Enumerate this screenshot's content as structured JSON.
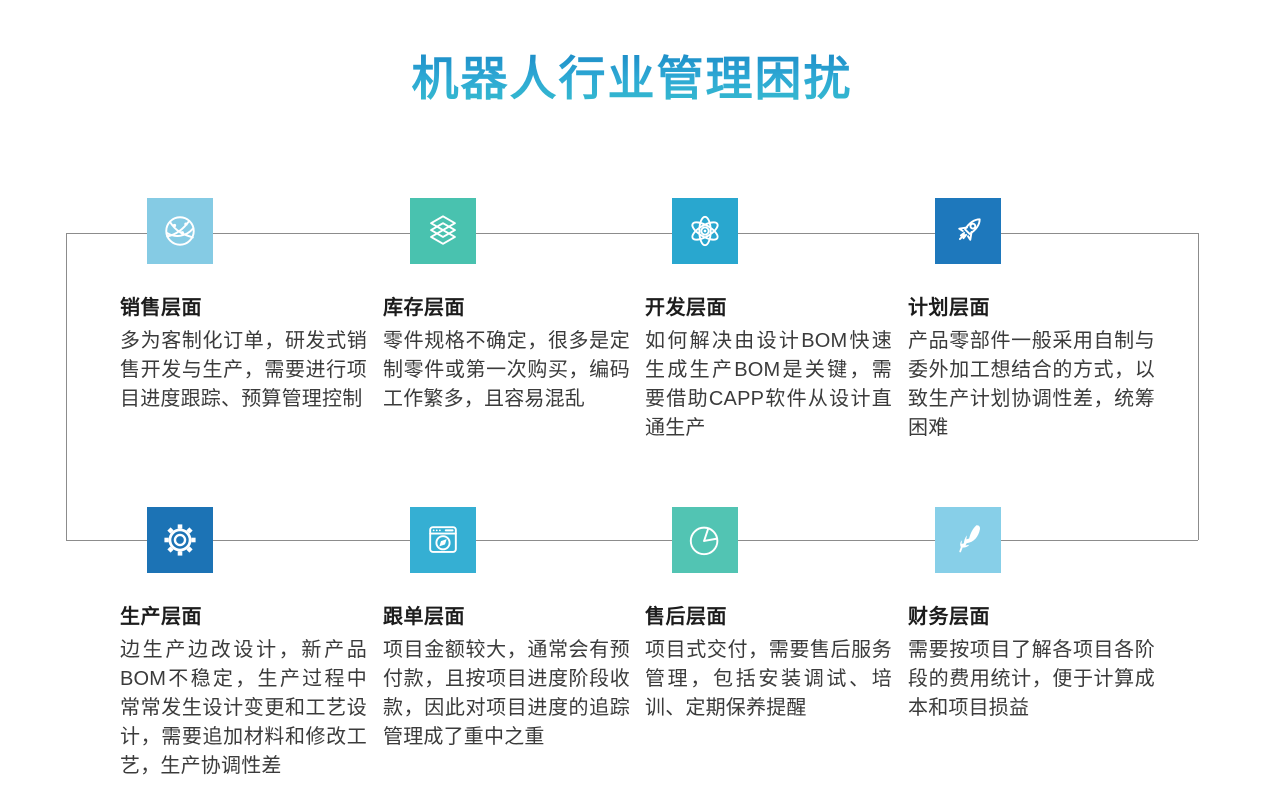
{
  "page": {
    "title": "机器人行业管理困扰"
  },
  "colors": {
    "title_gradient_top": "#1580C2",
    "title_gradient_bottom": "#35BCCD",
    "connector_line": "#8C8C8C",
    "card_title_text": "#1C1C1C",
    "card_body_text": "#3B3B3B"
  },
  "sections": [
    {
      "id": "sales",
      "title": "销售层面",
      "body": "多为客制化订单，研发式销售开发与生产，需要进行项目进度跟踪、预算管理控制",
      "icon": "globe-network-icon",
      "icon_color": "#85CBE4"
    },
    {
      "id": "inventory",
      "title": "库存层面",
      "body": "零件规格不确定，很多是定制零件或第一次购买，编码工作繁多，且容易混乱",
      "icon": "layers-icon",
      "icon_color": "#49C2AF"
    },
    {
      "id": "development",
      "title": "开发层面",
      "body": "如何解决由设计BOM快速生成生产BOM是关键，需要借助CAPP软件从设计直通生产",
      "icon": "atom-icon",
      "icon_color": "#29A7CF"
    },
    {
      "id": "planning",
      "title": "计划层面",
      "body": "产品零部件一般采用自制与委外加工想结合的方式，以致生产计划协调性差，统筹困难",
      "icon": "rocket-icon",
      "icon_color": "#1E78BC"
    },
    {
      "id": "production",
      "title": "生产层面",
      "body": "边生产边改设计，新产品BOM不稳定，生产过程中常常发生设计变更和工艺设计，需要追加材料和修改工艺，生产协调性差",
      "icon": "gear-icon",
      "icon_color": "#1C73B5"
    },
    {
      "id": "order-tracking",
      "title": "跟单层面",
      "body": "项目金额较大，通常会有预付款，且按项目进度阶段收款，因此对项目进度的追踪管理成了重中之重",
      "icon": "browser-compass-icon",
      "icon_color": "#35AFD3"
    },
    {
      "id": "after-sales",
      "title": "售后层面",
      "body": "项目式交付，需要售后服务管理，包括安装调试、培训、定期保养提醒",
      "icon": "pie-chart-icon",
      "icon_color": "#52C4B3"
    },
    {
      "id": "finance",
      "title": "财务层面",
      "body": "需要按项目了解各项目各阶段的费用统计，便于计算成本和项目损益",
      "icon": "feather-icon",
      "icon_color": "#87CFE8"
    }
  ]
}
